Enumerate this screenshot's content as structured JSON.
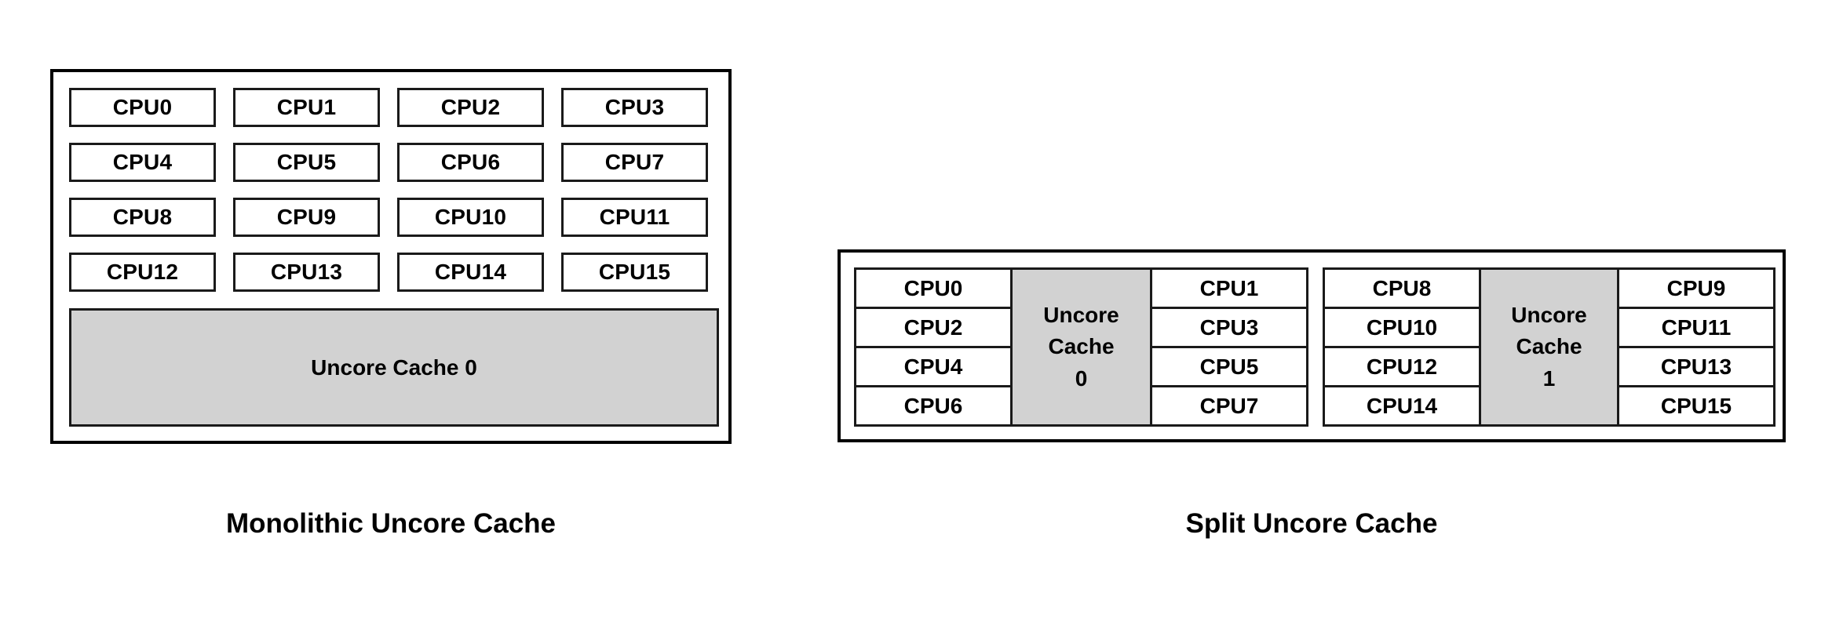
{
  "diagram": {
    "title_implied": "Uncore cache topology comparison",
    "background_color": "#ffffff",
    "cpu_box_border_color": "#1a1a1a",
    "cache_fill_color": "#d2d2d2",
    "text_color": "#000000"
  },
  "monolithic": {
    "caption": "Monolithic Uncore Cache",
    "cpu_grid": {
      "columns": 4,
      "rows": 4,
      "cells": [
        "CPU0",
        "CPU1",
        "CPU2",
        "CPU3",
        "CPU4",
        "CPU5",
        "CPU6",
        "CPU7",
        "CPU8",
        "CPU9",
        "CPU10",
        "CPU11",
        "CPU12",
        "CPU13",
        "CPU14",
        "CPU15"
      ]
    },
    "uncore_cache": {
      "label": "Uncore Cache 0"
    }
  },
  "split": {
    "caption": "Split Uncore Cache",
    "groups": [
      {
        "left_column": [
          "CPU0",
          "CPU2",
          "CPU4",
          "CPU6"
        ],
        "uncore_cache": {
          "line1": "Uncore",
          "line2": "Cache",
          "line3": "0"
        },
        "right_column": [
          "CPU1",
          "CPU3",
          "CPU5",
          "CPU7"
        ]
      },
      {
        "left_column": [
          "CPU8",
          "CPU10",
          "CPU12",
          "CPU14"
        ],
        "uncore_cache": {
          "line1": "Uncore",
          "line2": "Cache",
          "line3": "1"
        },
        "right_column": [
          "CPU9",
          "CPU11",
          "CPU13",
          "CPU15"
        ]
      }
    ]
  }
}
